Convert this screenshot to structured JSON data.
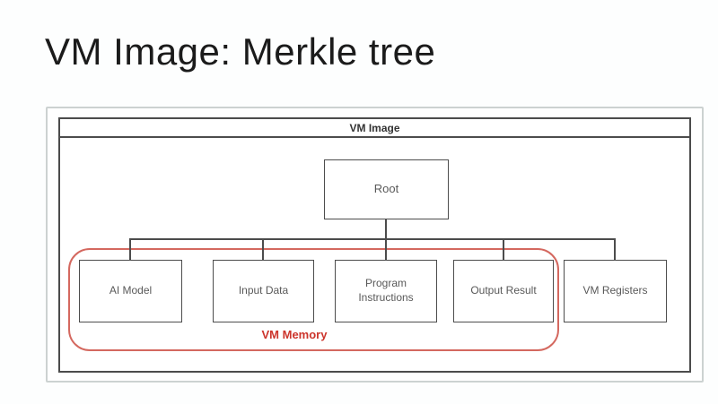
{
  "slide": {
    "title": "VM Image: Merkle tree"
  },
  "diagram": {
    "container_label": "VM Image",
    "root": {
      "label": "Root"
    },
    "children": [
      {
        "label": "AI Model"
      },
      {
        "label": "Input Data"
      },
      {
        "label": "Program Instructions"
      },
      {
        "label": "Output Result"
      },
      {
        "label": "VM Registers"
      }
    ],
    "memory_group": {
      "label": "VM Memory",
      "members": [
        "AI Model",
        "Input Data",
        "Program Instructions",
        "Output Result"
      ]
    },
    "colors": {
      "title_text": "#1b1b1b",
      "box_border": "#4c4c4c",
      "box_text": "#595959",
      "outer_frame_border": "#ccd2d1",
      "memory_outline": "#d4685f",
      "memory_label_text": "#cc342b"
    }
  }
}
